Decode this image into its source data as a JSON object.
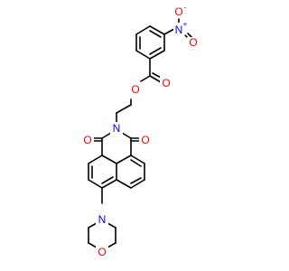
{
  "molecule": {
    "atoms": {
      "nitro_n": {
        "label": "N",
        "charge": "+",
        "color": "#0000ff"
      },
      "nitro_o1": {
        "label": "O",
        "charge": "-",
        "color": "#ff0000"
      },
      "nitro_o2": {
        "label": "O",
        "color": "#ff0000"
      },
      "ester_o": {
        "label": "O",
        "color": "#ff0000"
      },
      "carbonyl_o": {
        "label": "O",
        "color": "#ff0000"
      },
      "imide_n": {
        "label": "N",
        "color": "#0000ff"
      },
      "imide_o_left": {
        "label": "O",
        "color": "#ff0000"
      },
      "imide_o_right": {
        "label": "O",
        "color": "#ff0000"
      },
      "morpholine_n": {
        "label": "N",
        "color": "#0000ff"
      },
      "morpholine_o": {
        "label": "O",
        "color": "#ff0000"
      }
    }
  }
}
